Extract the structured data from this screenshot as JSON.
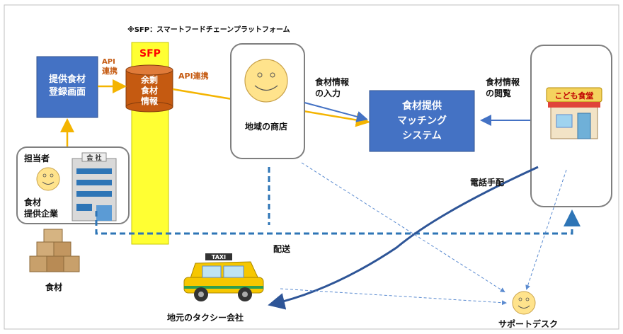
{
  "note": "※SFP：スマートフードチェーンプラットフォーム",
  "register_screen": [
    "提供食材",
    "登録画面"
  ],
  "api_link_top": [
    "API",
    "連携"
  ],
  "sfp": {
    "label": "SFP",
    "surplus": [
      "余剰",
      "食材",
      "情報"
    ]
  },
  "api_link": "API連携",
  "local_store": "地域の商店",
  "input_label": [
    "食材情報",
    "の入力"
  ],
  "matching": [
    "食材提供",
    "マッチング",
    "システム"
  ],
  "browse_label": [
    "食材情報",
    "の閲覧"
  ],
  "kodomo_sign": "こども食堂",
  "company": {
    "person": "担当者",
    "sign": "会 社",
    "label": [
      "食材",
      "提供企業"
    ]
  },
  "phone": "電話手配",
  "delivery": "配送",
  "ingredients": "食材",
  "taxi": {
    "sign": "TAXI",
    "label": "地元のタクシー会社"
  },
  "support_desk": "サポートデスク",
  "colors": {
    "blue_box": "#4472c4",
    "sfp_yellow": "#ffff33",
    "sfp_red": "#ff0000",
    "cylinder": "#c55a11",
    "orange_arrow": "#f4b400",
    "dashed_blue": "#2e75b6",
    "face": "#ffe38c"
  }
}
